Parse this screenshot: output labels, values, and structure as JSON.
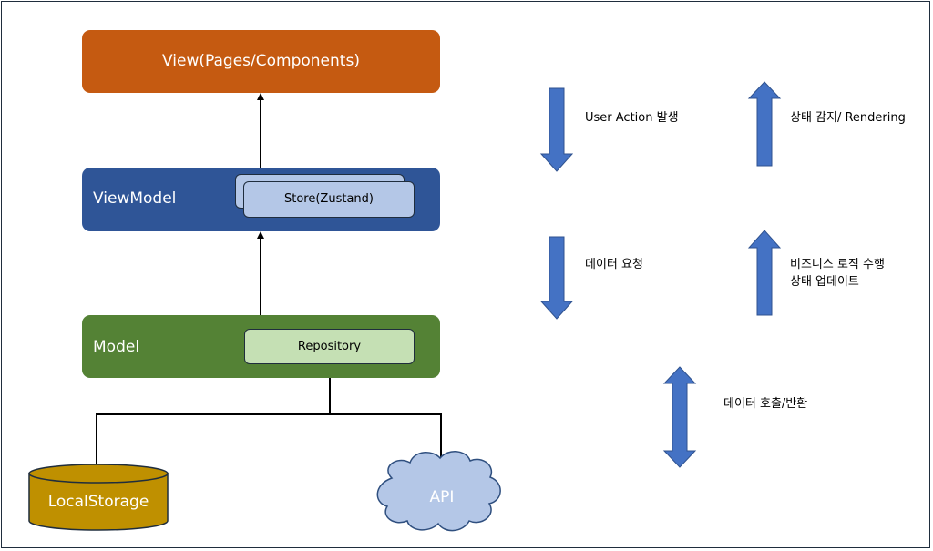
{
  "view": {
    "label": "View(Pages/Components)",
    "color": "#c55a11"
  },
  "viewmodel": {
    "label": "ViewModel",
    "color": "#2f5597",
    "store_label": "Store(Zustand)",
    "store_color": "#b4c7e7"
  },
  "model": {
    "label": "Model",
    "color": "#548235",
    "repository_label": "Repository",
    "repository_color": "#c5e0b4"
  },
  "local_storage": {
    "label": "LocalStorage",
    "color": "#bf9000"
  },
  "api": {
    "label": "API",
    "color": "#b4c7e7"
  },
  "arrow_color": "#4472c4",
  "annotations": {
    "user_action": "User Action 발생",
    "state_detect": "상태 감지/ Rendering",
    "data_request": "데이터 요청",
    "business_logic_line1": "비즈니스 로직 수행",
    "business_logic_line2": "상태 업데이트",
    "data_call_return": "데이터 호출/반환"
  }
}
